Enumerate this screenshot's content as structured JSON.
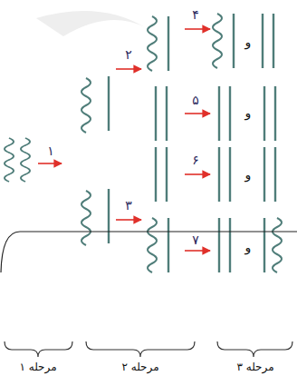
{
  "diagram": {
    "labels": [
      "۱",
      "۲",
      "۳",
      "۴",
      "و",
      "۵",
      "و",
      "۶",
      "و",
      "۷",
      "و",
      "مرحله ۱",
      "مرحله ۲",
      "مرحله ۳"
    ]
  }
}
